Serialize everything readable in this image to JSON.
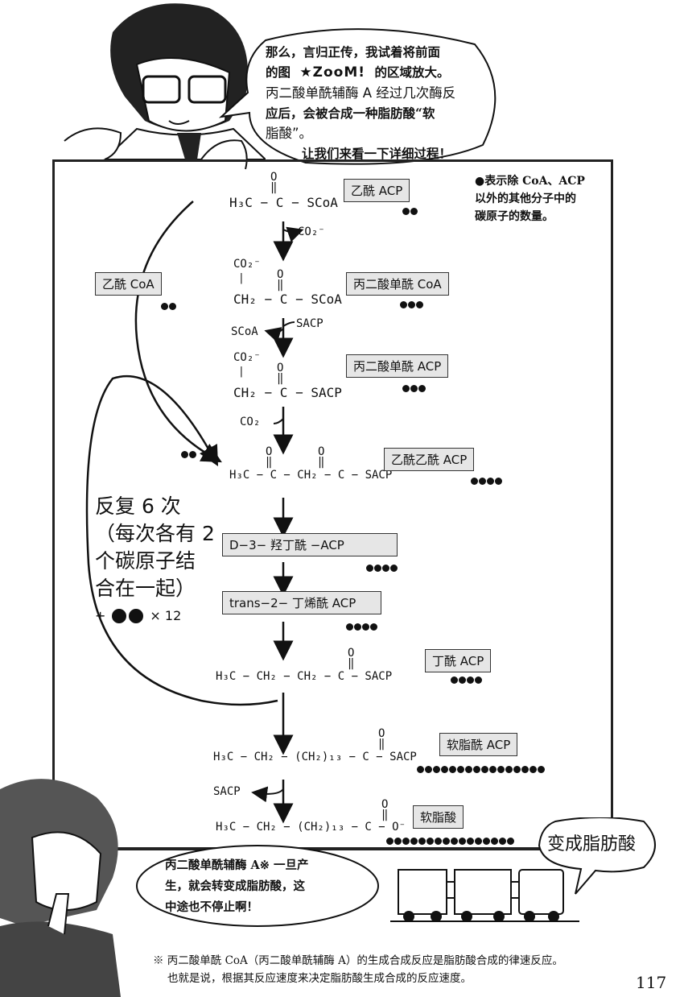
{
  "top_bubble": {
    "line1": "那么，言归正传，我试着将前面",
    "line2_pre": "的图",
    "zoom_logo": "★ZooM!",
    "line2_post": "的区域放大。",
    "line3": "丙二酸单酰辅酶 A 经过几次酶反",
    "line4": "应后，会被合成一种脂肪酸“软",
    "line5": "脂酸”。",
    "line6": "让我们来看一下详细过程！"
  },
  "legend_note": {
    "line1": "●表示除 CoA、ACP",
    "line2": "以外的其他分子中的",
    "line3": "碳原子的数量。"
  },
  "steps": [
    {
      "formula": "H₃C − C − SCoA",
      "label": "乙酰 ACP",
      "carbons": 2
    },
    {
      "formula_top": "CO₂⁻",
      "formula": "CH₂ − C − SCoA",
      "label": "丙二酸单酰 CoA",
      "carbons": 3
    },
    {
      "formula_top": "CO₂⁻",
      "formula": "CH₂ − C − SACP",
      "label": "丙二酸单酰 ACP",
      "carbons": 3
    },
    {
      "formula": "H₃C − C − CH₂ − C − SACP",
      "label": "乙酰乙酰 ACP",
      "carbons": 4
    },
    {
      "label": "D−3− 羟丁酰 −ACP",
      "carbons": 4
    },
    {
      "label": "trans−2− 丁烯酰 ACP",
      "carbons": 4
    },
    {
      "formula": "H₃C − CH₂ − CH₂ − C − SACP",
      "label": "丁酰 ACP",
      "carbons": 4
    },
    {
      "formula": "H₃C − CH₂ − (CH₂)₁₃ − C − SACP",
      "label": "软脂酰 ACP",
      "carbons": 16
    },
    {
      "formula": "H₃C − CH₂ − (CH₂)₁₃ − C − O⁻",
      "label": "软脂酸",
      "carbons": 16
    }
  ],
  "arrow_labels": {
    "co2_out": "CO₂⁻",
    "scoa": "SCoA",
    "sacp": "SACP",
    "co2": "CO₂",
    "sacp_out": "SACP"
  },
  "carbonyl_o": "O",
  "acetyl_coa": {
    "label": "乙酰 CoA",
    "carbons": 2
  },
  "entering_carbons": 2,
  "repeat_note": {
    "line1": "反复 6 次",
    "line2": "（每次各有 2",
    "line3": "个碳原子结",
    "line4": "合在一起）",
    "plus": "+",
    "times": "× 12",
    "carbons": 2
  },
  "bottom_bubble": {
    "line1": "丙二酸单酰辅酶 A※ 一旦产",
    "line2": "生，就会转变成脂肪酸，这",
    "line3": "中途也不停止啊！"
  },
  "train_bubble": "变成脂肪酸",
  "footnote": {
    "line1": "※ 丙二酸单酰 CoA（丙二酸单酰辅酶 A）的生成合成反应是脂肪酸合成的律速反应。",
    "line2": "也就是说，根据其反应速度来决定脂肪酸生成合成的反应速度。"
  },
  "page_number": "117"
}
